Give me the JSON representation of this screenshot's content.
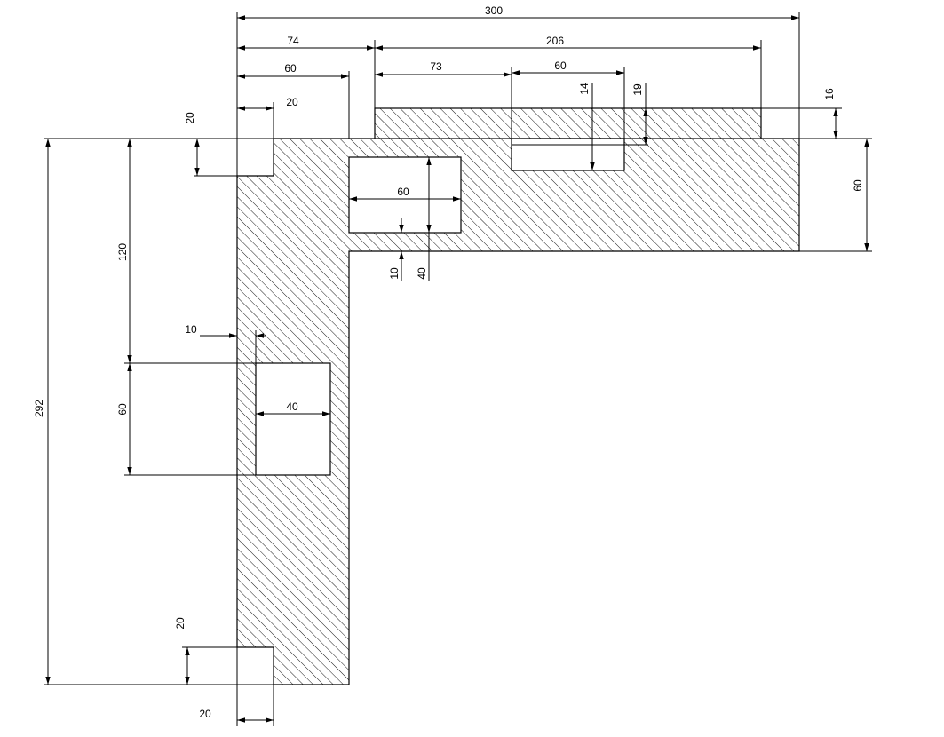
{
  "drawing": {
    "dimensions": {
      "overall_width": "300",
      "left_to_top_strip": "74",
      "top_strip_width": "206",
      "left_arm_width": "60",
      "left_notch_width_top": "20",
      "left_notch_height_top": "20",
      "slot_offset": "73",
      "slot_width": "60",
      "slot_depth": "14",
      "slot_total": "19",
      "strip_height": "16",
      "right_arm_height": "60",
      "inner_rect_width": "60",
      "inner_rect_bottom": "10",
      "inner_rect_height": "40",
      "vertical_upper": "120",
      "wall_thickness": "10",
      "side_rect_width": "40",
      "side_rect_height": "60",
      "overall_height": "292",
      "bottom_notch_height": "20",
      "bottom_notch_width": "20"
    }
  }
}
